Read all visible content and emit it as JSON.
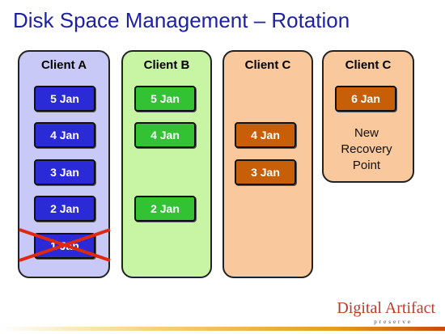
{
  "title": "Disk Space Management – Rotation",
  "colors": {
    "title": "#1e22a0",
    "client_a_bg": "#c9c9f7",
    "client_b_bg": "#c8f5a4",
    "client_c_bg": "#f9c89c",
    "box_a": "#2a2ad6",
    "box_b": "#33c233",
    "box_c": "#c65f08",
    "cross": "#e02810"
  },
  "columns": [
    {
      "header": "Client A",
      "boxes": [
        "5 Jan",
        "4 Jan",
        "3 Jan",
        "2 Jan",
        "1 Jan"
      ],
      "crossed": "1 Jan"
    },
    {
      "header": "Client B",
      "boxes": [
        "5 Jan",
        "4 Jan",
        "2 Jan"
      ]
    },
    {
      "header": "Client C",
      "boxes": [
        "4 Jan",
        "3 Jan"
      ]
    },
    {
      "header": "Client C",
      "boxes": [
        "6 Jan"
      ],
      "note": "New\nRecovery\nPoint"
    }
  ],
  "footer": {
    "brand_first": "Digital",
    "brand_second": "Artifact",
    "tagline": "preserve"
  }
}
